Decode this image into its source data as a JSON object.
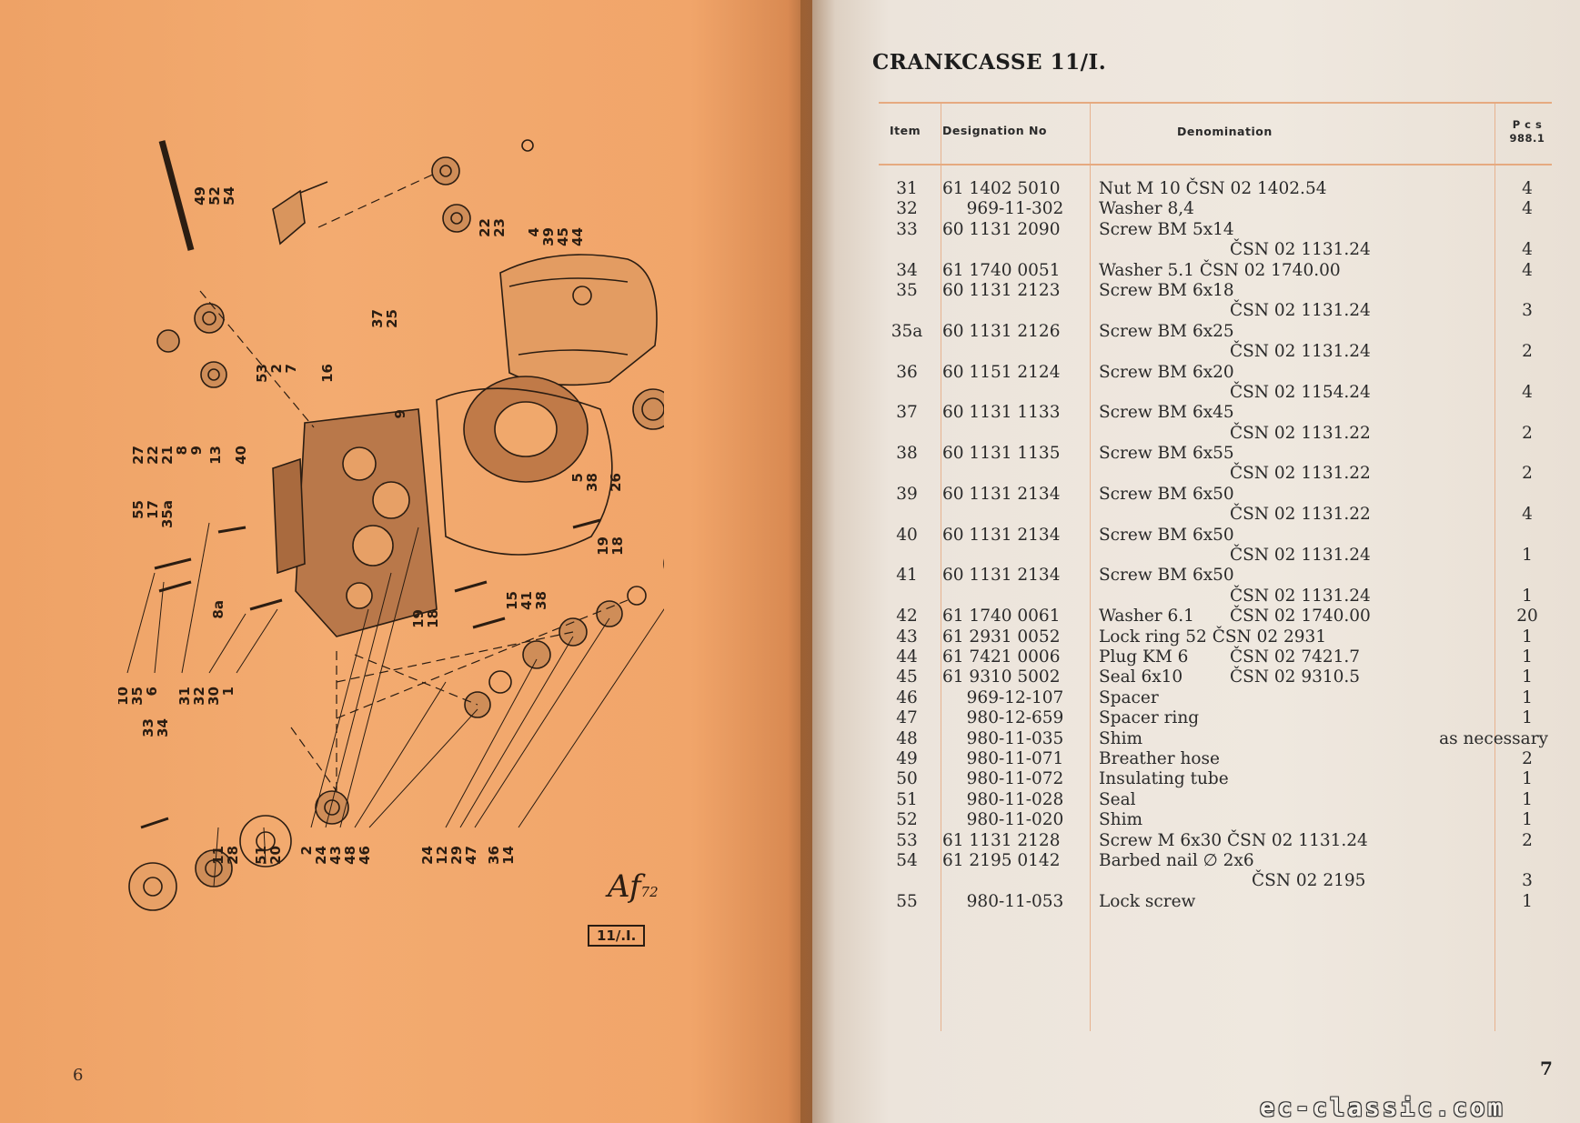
{
  "left_page": {
    "page_number": "6",
    "figure_label": "11/.I.",
    "signature": "Af",
    "signature_year": "72",
    "callouts": [
      {
        "id": "c1",
        "text": "49"
      },
      {
        "id": "c2",
        "text": "52"
      },
      {
        "id": "c3",
        "text": "54"
      },
      {
        "id": "c4",
        "text": "22"
      },
      {
        "id": "c5",
        "text": "23"
      },
      {
        "id": "c6",
        "text": "4"
      },
      {
        "id": "c7",
        "text": "39"
      },
      {
        "id": "c8",
        "text": "45"
      },
      {
        "id": "c9",
        "text": "44"
      },
      {
        "id": "c10",
        "text": "37"
      },
      {
        "id": "c11",
        "text": "25"
      },
      {
        "id": "c12",
        "text": "53"
      },
      {
        "id": "c13",
        "text": "2"
      },
      {
        "id": "c14",
        "text": "7"
      },
      {
        "id": "c15",
        "text": "16"
      },
      {
        "id": "c16",
        "text": "27"
      },
      {
        "id": "c17",
        "text": "22"
      },
      {
        "id": "c18",
        "text": "21"
      },
      {
        "id": "c19",
        "text": "8"
      },
      {
        "id": "c20",
        "text": "9"
      },
      {
        "id": "c21",
        "text": "13"
      },
      {
        "id": "c22",
        "text": "40"
      },
      {
        "id": "c23",
        "text": "55"
      },
      {
        "id": "c24",
        "text": "17"
      },
      {
        "id": "c25",
        "text": "35a"
      },
      {
        "id": "c26",
        "text": "9"
      },
      {
        "id": "c27",
        "text": "5"
      },
      {
        "id": "c28",
        "text": "38"
      },
      {
        "id": "c29",
        "text": "26"
      },
      {
        "id": "c30",
        "text": "19"
      },
      {
        "id": "c31",
        "text": "18"
      },
      {
        "id": "c32",
        "text": "15"
      },
      {
        "id": "c33",
        "text": "41"
      },
      {
        "id": "c34",
        "text": "38"
      },
      {
        "id": "c35",
        "text": "19"
      },
      {
        "id": "c36",
        "text": "18"
      },
      {
        "id": "c37",
        "text": "8a"
      },
      {
        "id": "c38",
        "text": "10"
      },
      {
        "id": "c39",
        "text": "35"
      },
      {
        "id": "c40",
        "text": "6"
      },
      {
        "id": "c41",
        "text": "31"
      },
      {
        "id": "c42",
        "text": "32"
      },
      {
        "id": "c43",
        "text": "30"
      },
      {
        "id": "c44",
        "text": "1"
      },
      {
        "id": "c45",
        "text": "33"
      },
      {
        "id": "c46",
        "text": "34"
      },
      {
        "id": "c47",
        "text": "11"
      },
      {
        "id": "c48",
        "text": "28"
      },
      {
        "id": "c49",
        "text": "51"
      },
      {
        "id": "c50",
        "text": "20"
      },
      {
        "id": "c51",
        "text": "2"
      },
      {
        "id": "c52",
        "text": "24"
      },
      {
        "id": "c53",
        "text": "43"
      },
      {
        "id": "c54",
        "text": "48"
      },
      {
        "id": "c55",
        "text": "46"
      },
      {
        "id": "c56",
        "text": "24"
      },
      {
        "id": "c57",
        "text": "12"
      },
      {
        "id": "c58",
        "text": "29"
      },
      {
        "id": "c59",
        "text": "47"
      },
      {
        "id": "c60",
        "text": "36"
      },
      {
        "id": "c61",
        "text": "14"
      }
    ]
  },
  "right_page": {
    "title": "CRANKCASSE 11/I.",
    "page_number": "7",
    "headers": {
      "item": "Item",
      "designation": "Designation No",
      "denomination": "Denomination",
      "pcs": "P c s",
      "pcs_model": "988.1"
    },
    "rows": [
      {
        "item": "31",
        "des": "61 1402 5010",
        "den": "Nut M 10 ČSN 02 1402.54",
        "pcs": "4"
      },
      {
        "item": "32",
        "des": "969-11-302",
        "den": "Washer 8,4",
        "pcs": "4"
      },
      {
        "item": "33",
        "des": "60 1131 2090",
        "den": "Screw BM 5x14",
        "cont": "ČSN 02 1131.24",
        "pcs": "4"
      },
      {
        "item": "34",
        "des": "61 1740 0051",
        "den": "Washer 5.1 ČSN 02 1740.00",
        "pcs": "4"
      },
      {
        "item": "35",
        "des": "60 1131 2123",
        "den": "Screw BM 6x18",
        "cont": "ČSN 02 1131.24",
        "pcs": "3"
      },
      {
        "item": "35a",
        "des": "60 1131 2126",
        "den": "Screw BM 6x25",
        "cont": "ČSN 02 1131.24",
        "pcs": "2"
      },
      {
        "item": "36",
        "des": "60 1151 2124",
        "den": "Screw BM 6x20",
        "cont": "ČSN 02 1154.24",
        "pcs": "4"
      },
      {
        "item": "37",
        "des": "60 1131 1133",
        "den": "Screw BM 6x45",
        "cont": "ČSN 02 1131.22",
        "pcs": "2"
      },
      {
        "item": "38",
        "des": "60 1131 1135",
        "den": "Screw BM 6x55",
        "cont": "ČSN 02 1131.22",
        "pcs": "2"
      },
      {
        "item": "39",
        "des": "60 1131 2134",
        "den": "Screw BM 6x50",
        "cont": "ČSN 02 1131.22",
        "pcs": "4"
      },
      {
        "item": "40",
        "des": "60 1131 2134",
        "den": "Screw BM 6x50",
        "cont": "ČSN 02 1131.24",
        "pcs": "1"
      },
      {
        "item": "41",
        "des": "60 1131 2134",
        "den": "Screw BM 6x50",
        "cont": "ČSN 02 1131.24",
        "pcs": "1"
      },
      {
        "item": "42",
        "des": "61 1740 0061",
        "den": "Washer 6.1",
        "den2": "ČSN 02 1740.00",
        "pcs": "20"
      },
      {
        "item": "43",
        "des": "61 2931 0052",
        "den": "Lock ring 52 ČSN 02 2931",
        "pcs": "1"
      },
      {
        "item": "44",
        "des": "61 7421 0006",
        "den": "Plug KM 6",
        "den2": "ČSN 02 7421.7",
        "pcs": "1"
      },
      {
        "item": "45",
        "des": "61 9310 5002",
        "den": "Seal 6x10",
        "den2": "ČSN 02 9310.5",
        "pcs": "1"
      },
      {
        "item": "46",
        "des": "969-12-107",
        "den": "Spacer",
        "pcs": "1"
      },
      {
        "item": "47",
        "des": "980-12-659",
        "den": "Spacer ring",
        "pcs": "1"
      },
      {
        "item": "48",
        "des": "980-11-035",
        "den": "Shim",
        "pcs": "as necessary",
        "pcs_wide": true
      },
      {
        "item": "49",
        "des": "980-11-071",
        "den": "Breather hose",
        "pcs": "2"
      },
      {
        "item": "50",
        "des": "980-11-072",
        "den": "Insulating tube",
        "pcs": "1"
      },
      {
        "item": "51",
        "des": "980-11-028",
        "den": "Seal",
        "pcs": "1"
      },
      {
        "item": "52",
        "des": "980-11-020",
        "den": "Shim",
        "pcs": "1"
      },
      {
        "item": "53",
        "des": "61 1131 2128",
        "den": "Screw M 6x30 ČSN 02 1131.24",
        "pcs": "2"
      },
      {
        "item": "54",
        "des": "61 2195 0142",
        "den": "Barbed nail ∅ 2x6",
        "cont": "ČSN 02 2195",
        "cont_offset": "wide",
        "pcs": "3"
      },
      {
        "item": "55",
        "des": "980-11-053",
        "den": "Lock screw",
        "pcs": "1"
      }
    ]
  },
  "watermark": "ec-classic.com",
  "colors": {
    "left_page": "#f3ab70",
    "right_page": "#efe8df",
    "rule_lines": "#e6aa80",
    "ink": "#2b1d12"
  }
}
